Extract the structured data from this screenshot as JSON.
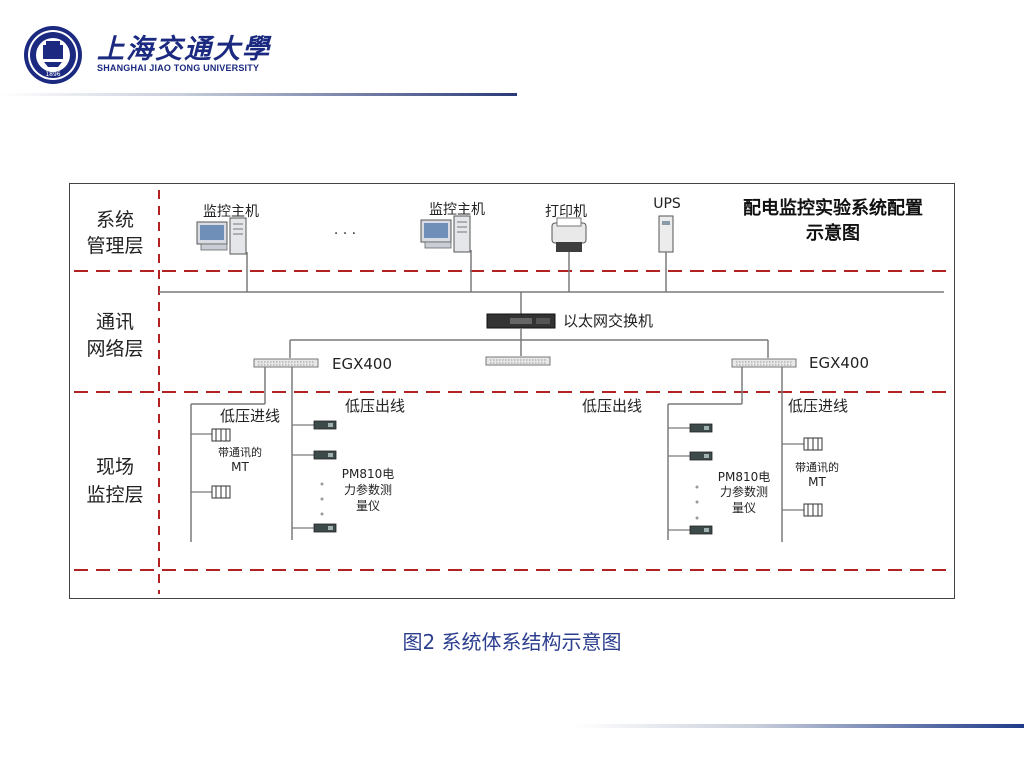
{
  "header": {
    "logo_cn": "上海交通大學",
    "logo_en": "SHANGHAI JIAO TONG UNIVERSITY",
    "seal_year": "1896"
  },
  "diagram": {
    "title_line1": "配电监控实验系统配置",
    "title_line2": "示意图",
    "layers": {
      "management": [
        "系统",
        "管理层"
      ],
      "network": [
        "通讯",
        "网络层"
      ],
      "field": [
        "现场",
        "监控层"
      ]
    },
    "devices": {
      "host1": "监控主机",
      "ellipsis": "· · ·",
      "host2": "监控主机",
      "printer": "打印机",
      "ups": "UPS",
      "switch": "以太网交换机",
      "egx_left": "EGX400",
      "egx_right": "EGX400"
    },
    "field_labels": {
      "left_incoming": "低压进线",
      "left_outgoing": "低压出线",
      "right_outgoing": "低压出线",
      "right_incoming": "低压进线",
      "mt_left_1": "带通讯的",
      "mt_left_2": "MT",
      "mt_right_1": "带通讯的",
      "mt_right_2": "MT",
      "pm_left_1": "PM810电",
      "pm_left_2": "力参数测",
      "pm_left_3": "量仪",
      "pm_right_1": "PM810电",
      "pm_right_2": "力参数测",
      "pm_right_3": "量仪"
    },
    "colors": {
      "dash": "#b22222",
      "line": "#7a7a7a",
      "text": "#222222"
    }
  },
  "caption": "图2 系统体系结构示意图"
}
